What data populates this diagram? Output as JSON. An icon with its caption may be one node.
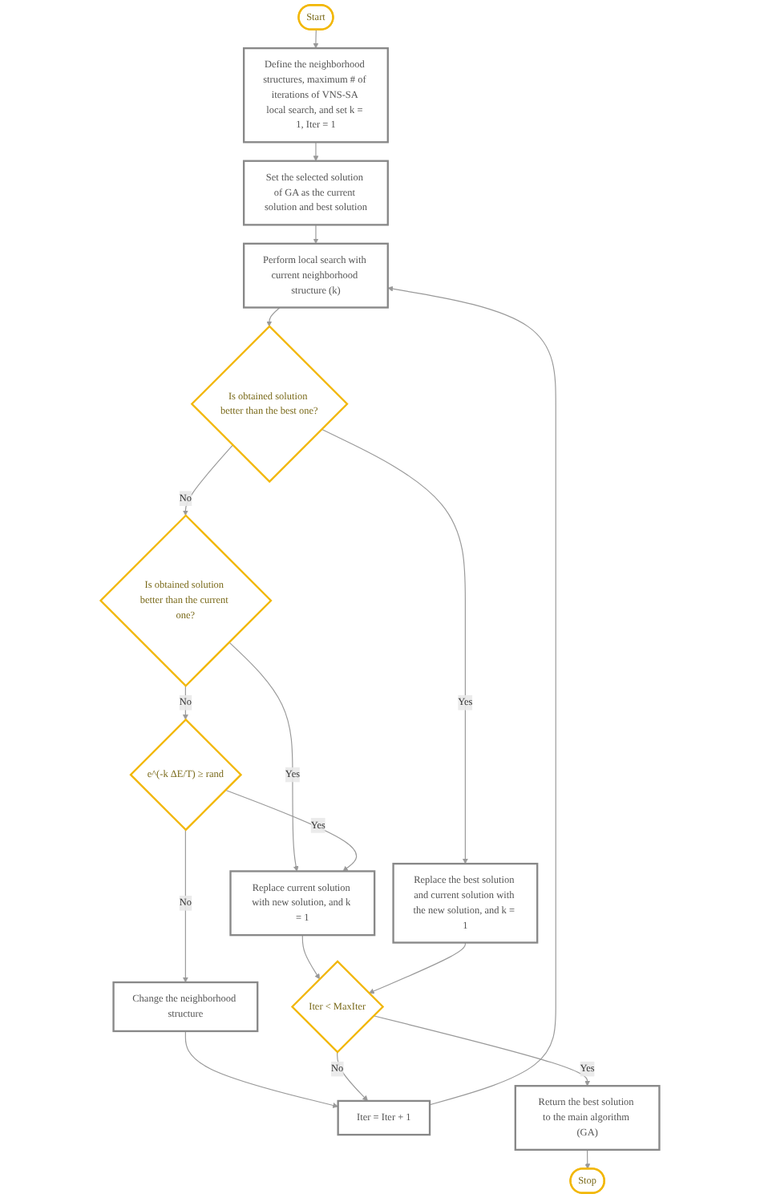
{
  "diagram": {
    "nodes": [
      {
        "text": [
          "Start"
        ]
      },
      {
        "text": [
          "Define the neighborhood structures, maximum # of iterations of VNS-SA local search, and set k = 1, Iter = 1"
        ]
      },
      {
        "text": [
          "Set the selected solution of GA as the current solution and best solution"
        ]
      },
      {
        "text": [
          "Perform local search with current neighborhood structure (k)"
        ]
      },
      {
        "text": [
          "Is obtained solution better than the best one?"
        ]
      },
      {
        "text": [
          "Iter = Iter + 1"
        ]
      },
      {
        "text": [
          "Replace the best solution and current solution with the new solution, and k = 1"
        ]
      },
      {
        "text": [
          "Is obtained solution better than the current one?"
        ]
      },
      {
        "text": [
          "Change the neighborhood structure"
        ]
      },
      {
        "text": [
          "e^(-k ΔE/T) ≥ rand"
        ]
      },
      {
        "text": [
          "Replace current solution with new solution, and k = 1"
        ]
      },
      {
        "text": [
          "Iter < MaxIter"
        ]
      },
      {
        "text": [
          "Return the best solution to the main algorithm (GA)"
        ]
      },
      {
        "text": [
          "Stop"
        ]
      }
    ],
    "edges": [
      {
        "from": 0,
        "to": 1,
        "arrow": "to"
      },
      {
        "from": 1,
        "to": 2,
        "arrow": "to"
      },
      {
        "from": 2,
        "to": 3,
        "arrow": "to"
      },
      {
        "from": 3,
        "to": 4,
        "arrow": "to"
      },
      {
        "from": 4,
        "to": 6,
        "arrow": "to",
        "label": "Yes"
      },
      {
        "from": 4,
        "to": 7,
        "arrow": "to",
        "label": "No"
      },
      {
        "from": 7,
        "to": 10,
        "arrow": "to",
        "label": "Yes"
      },
      {
        "from": 7,
        "to": 9,
        "arrow": "to",
        "label": "No"
      },
      {
        "from": 9,
        "to": 8,
        "arrow": "to",
        "label": "No"
      },
      {
        "from": 9,
        "to": 10,
        "arrow": "to",
        "label": "Yes"
      },
      {
        "from": 8,
        "to": 5,
        "arrow": "to"
      },
      {
        "from": 10,
        "to": 11,
        "arrow": "to"
      },
      {
        "from": 6,
        "to": 11,
        "arrow": "to"
      },
      {
        "from": 11,
        "to": 5,
        "arrow": "to",
        "label": "No"
      },
      {
        "from": 5,
        "to": 3,
        "arrow": "to"
      },
      {
        "from": 11,
        "to": 12,
        "arrow": "to",
        "label": "Yes"
      },
      {
        "from": 12,
        "to": 13,
        "arrow": "to"
      }
    ]
  }
}
